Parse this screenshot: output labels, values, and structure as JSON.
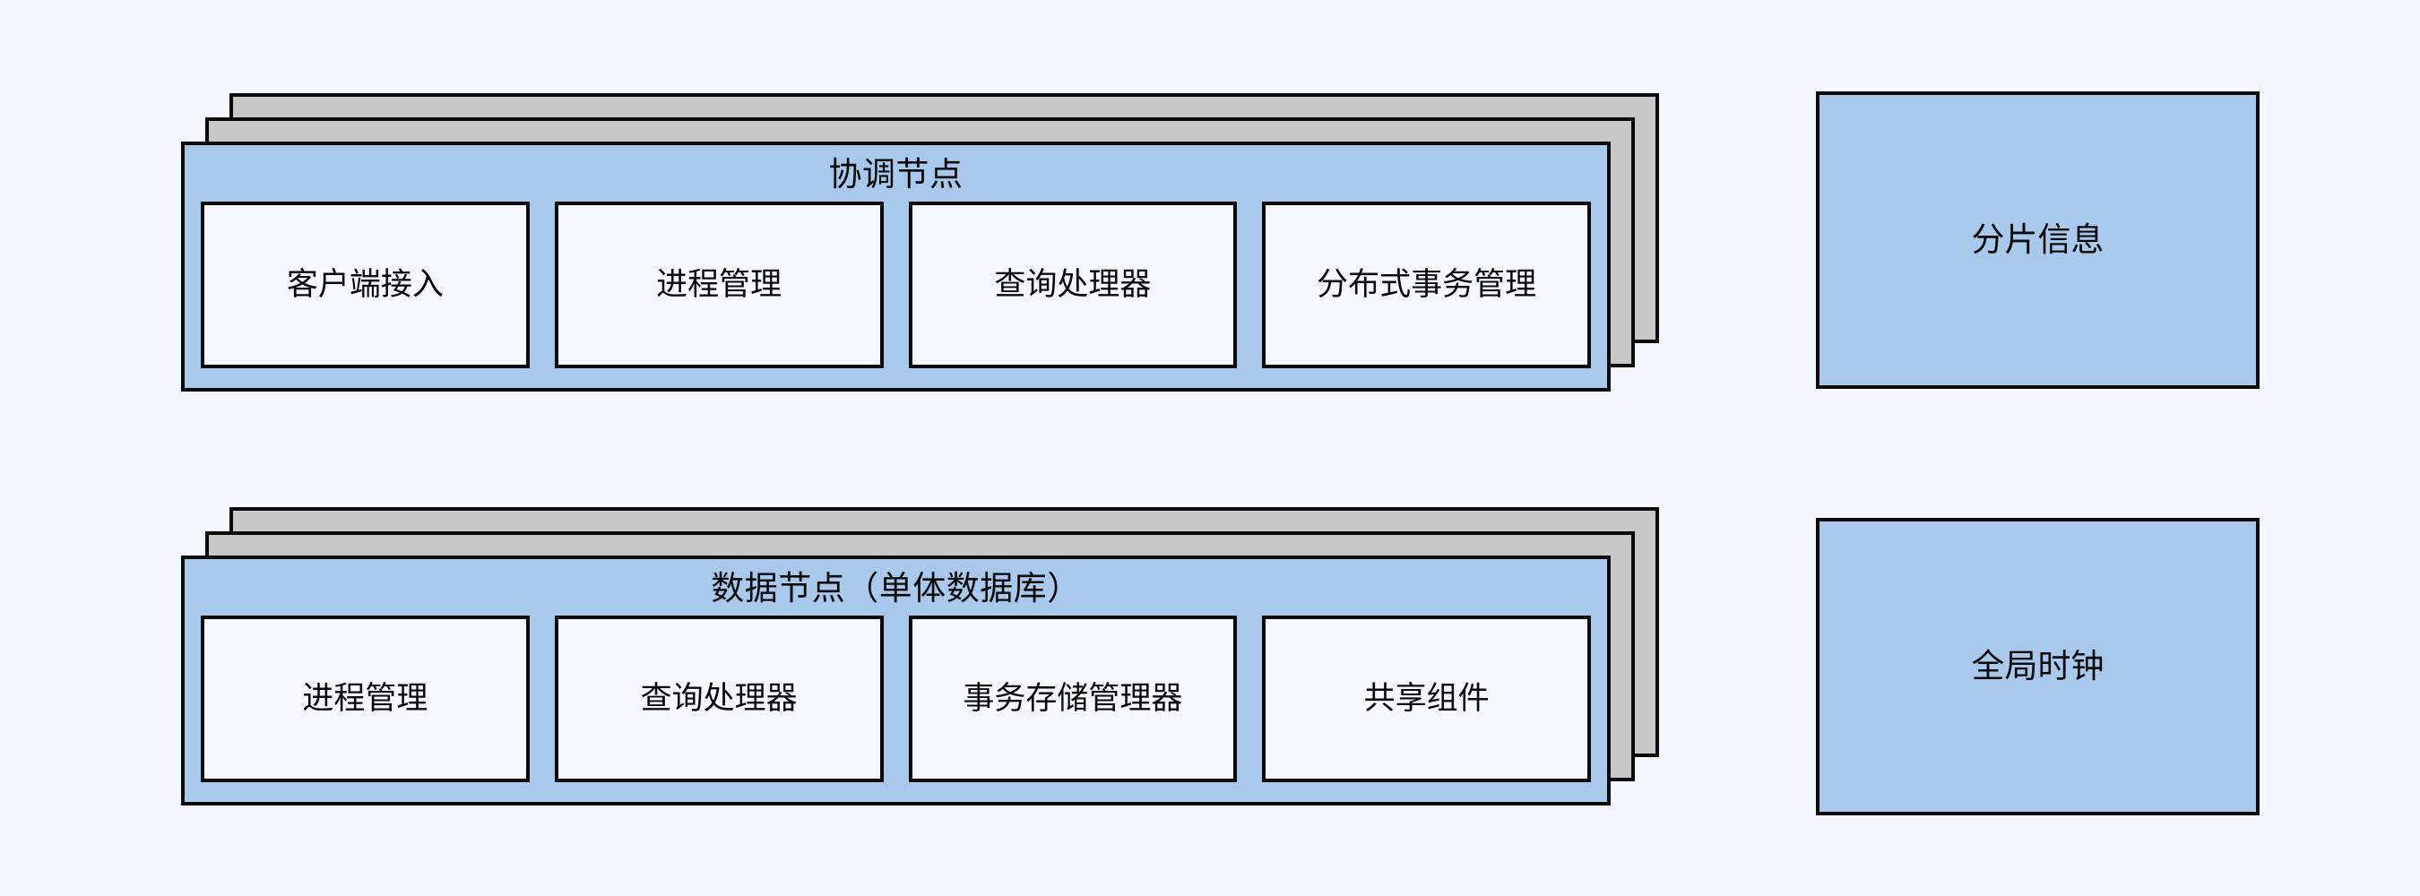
{
  "diagram": {
    "background_color": "#f4f7fd",
    "node_fill_color": "#a8c8ec",
    "stack_back_color": "#c8c8c8",
    "component_fill_color": "#f5f8fe",
    "border_color": "#0a0a0a",
    "groups": [
      {
        "id": "coordinator-node",
        "title": "协调节点",
        "stack_count": 3,
        "components": [
          {
            "label": "客户端接入"
          },
          {
            "label": "进程管理"
          },
          {
            "label": "查询处理器"
          },
          {
            "label": "分布式事务管理"
          }
        ]
      },
      {
        "id": "data-node",
        "title": "数据节点（单体数据库）",
        "stack_count": 3,
        "components": [
          {
            "label": "进程管理"
          },
          {
            "label": "查询处理器"
          },
          {
            "label": "事务存储管理器"
          },
          {
            "label": "共享组件"
          }
        ]
      }
    ],
    "side_boxes": [
      {
        "id": "shard-info",
        "label": "分片信息"
      },
      {
        "id": "global-clock",
        "label": "全局时钟"
      }
    ]
  }
}
